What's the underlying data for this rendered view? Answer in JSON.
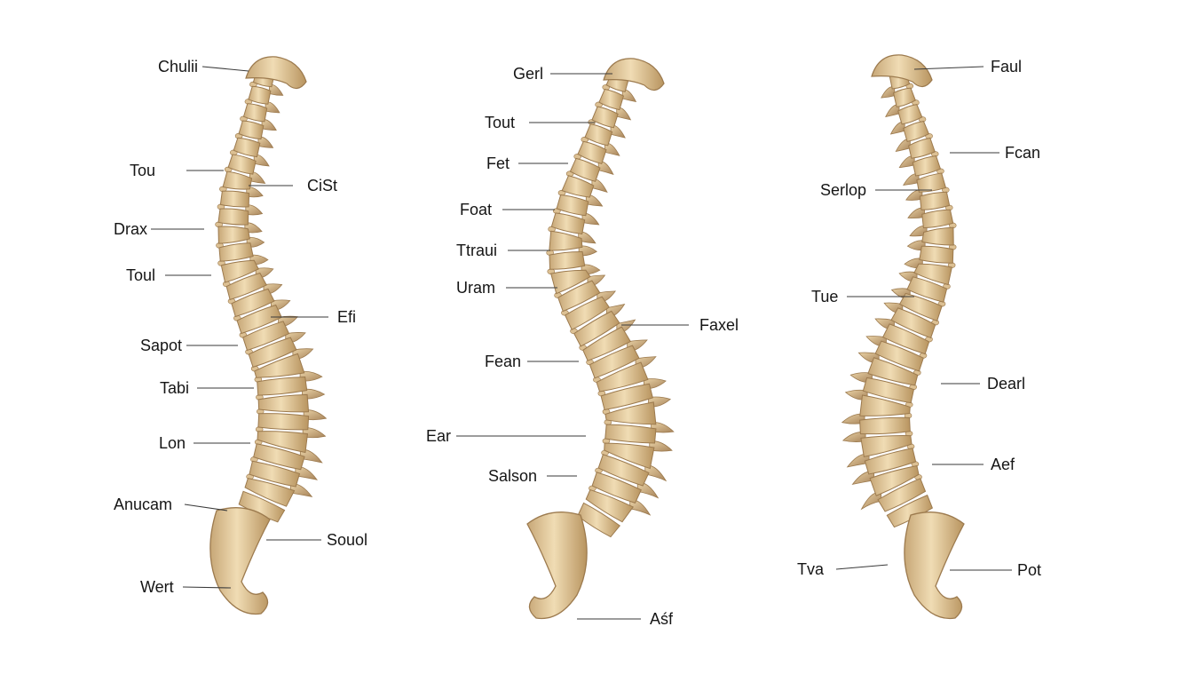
{
  "figure": {
    "colors": {
      "background": "#ffffff",
      "bone_light": "#f0dcb4",
      "bone_mid": "#dcc093",
      "bone_dark": "#9c7a4e",
      "leader": "#3a3a3a",
      "text": "#151515"
    },
    "spines": [
      {
        "id": "left",
        "labels": [
          {
            "text": "Chulii",
            "side": "left"
          },
          {
            "text": "Tou",
            "side": "left"
          },
          {
            "text": "CiSt",
            "side": "right"
          },
          {
            "text": "Drax",
            "side": "left"
          },
          {
            "text": "Toul",
            "side": "left"
          },
          {
            "text": "Efi",
            "side": "right"
          },
          {
            "text": "Sapot",
            "side": "left"
          },
          {
            "text": "Tabi",
            "side": "left"
          },
          {
            "text": "Lon",
            "side": "left"
          },
          {
            "text": "Anucam",
            "side": "left"
          },
          {
            "text": "Souol",
            "side": "right"
          },
          {
            "text": "Wert",
            "side": "left"
          }
        ]
      },
      {
        "id": "middle",
        "labels": [
          {
            "text": "Gerl",
            "side": "left"
          },
          {
            "text": "Tout",
            "side": "left"
          },
          {
            "text": "Fet",
            "side": "left"
          },
          {
            "text": "Foat",
            "side": "left"
          },
          {
            "text": "Ttraui",
            "side": "left"
          },
          {
            "text": "Uram",
            "side": "left"
          },
          {
            "text": "Faxel",
            "side": "right"
          },
          {
            "text": "Fean",
            "side": "left"
          },
          {
            "text": "Ear",
            "side": "left"
          },
          {
            "text": "Salson",
            "side": "left"
          },
          {
            "text": "Aśf",
            "side": "right"
          }
        ]
      },
      {
        "id": "right",
        "labels": [
          {
            "text": "Faul",
            "side": "right"
          },
          {
            "text": "Fcan",
            "side": "right"
          },
          {
            "text": "Serlop",
            "side": "left"
          },
          {
            "text": "Tue",
            "side": "left"
          },
          {
            "text": "Dearl",
            "side": "right"
          },
          {
            "text": "Aef",
            "side": "right"
          },
          {
            "text": "Tva",
            "side": "left"
          },
          {
            "text": "Pot",
            "side": "right"
          }
        ]
      }
    ]
  }
}
